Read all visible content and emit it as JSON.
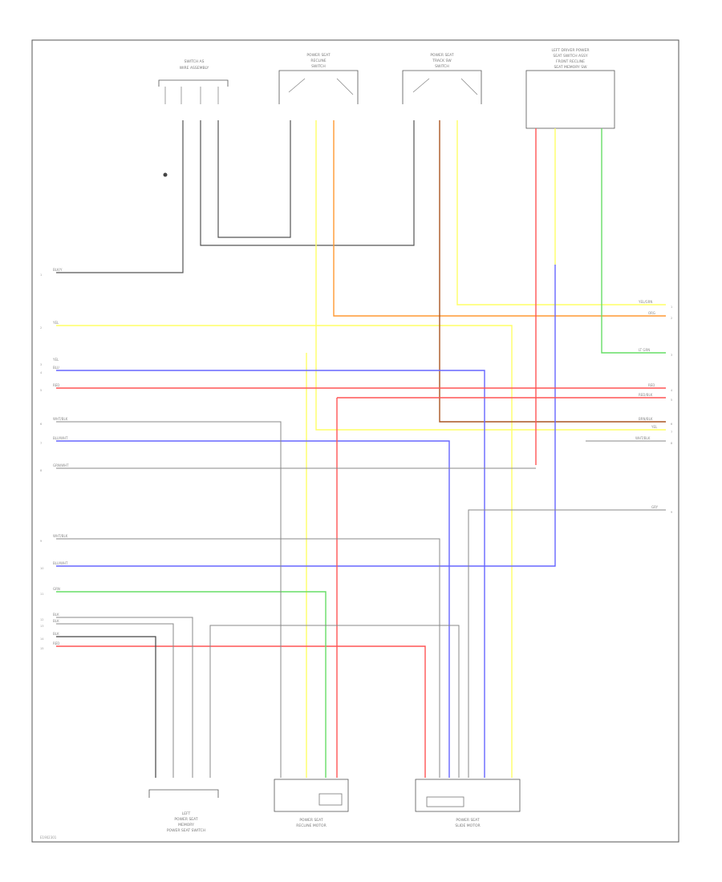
{
  "colors": {
    "yellow": "#ffff66",
    "orange": "#ff9933",
    "blue": "#6666ff",
    "red": "#ff5555",
    "green": "#66dd66",
    "brown": "#aa5522",
    "gray": "#888888",
    "dark": "#444444",
    "frame": "#555555"
  },
  "components": [
    {
      "id": "c1",
      "caption": [
        "SWITCH AS",
        "WIRE ASSEMBLY"
      ]
    },
    {
      "id": "c2",
      "caption": [
        "POWER SEAT",
        "RECLINE",
        "SWITCH"
      ]
    },
    {
      "id": "c3",
      "caption": [
        "POWER SEAT",
        "TRACK SW",
        "SWITCH"
      ]
    },
    {
      "id": "c4",
      "caption": [
        "LEFT DRIVER POWER",
        "SEAT SWITCH ASSY",
        "FRONT RECLINE",
        "SEAT MEMORY SW"
      ]
    },
    {
      "id": "c5",
      "caption": [
        "LEFT",
        "POWER SEAT",
        "MEMORY",
        "POWER SEAT SWITCH"
      ]
    },
    {
      "id": "c6",
      "caption": [
        "POWER SEAT",
        "RECLINE MOTOR"
      ]
    },
    {
      "id": "c7",
      "caption": [
        "POWER SEAT",
        "SLIDE MOTOR"
      ]
    }
  ],
  "wire_labels": {
    "left": [
      {
        "text": "BLK/Y",
        "pin": "1"
      },
      {
        "text": "YEL",
        "pin": "2"
      },
      {
        "text": "YEL",
        "pin": "3"
      },
      {
        "text": "BLU",
        "pin": "4"
      },
      {
        "text": "RED",
        "pin": "5"
      },
      {
        "text": "WHT/BLK",
        "pin": "6"
      },
      {
        "text": "BLU/WHT",
        "pin": "7"
      },
      {
        "text": "GRN/WHT",
        "pin": "8"
      },
      {
        "text": "WHT/BLK",
        "pin": "9"
      },
      {
        "text": "BLU/WHT",
        "pin": "10"
      },
      {
        "text": "GRN",
        "pin": "11"
      },
      {
        "text": "BLK",
        "pin": "12"
      },
      {
        "text": "BLK",
        "pin": "13"
      },
      {
        "text": "BLK",
        "pin": "14"
      },
      {
        "text": "RED",
        "pin": "15"
      }
    ],
    "right": [
      {
        "text": "YEL/GRN",
        "pin": "1"
      },
      {
        "text": "ORG",
        "pin": "2"
      },
      {
        "text": "LT GRN",
        "pin": "3"
      },
      {
        "text": "RED",
        "pin": "4"
      },
      {
        "text": "RED/BLK",
        "pin": "5"
      },
      {
        "text": "BRN/BLK",
        "pin": "6"
      },
      {
        "text": "YEL",
        "pin": "7"
      },
      {
        "text": "WHT/BLK",
        "pin": "8"
      },
      {
        "text": "GRY",
        "pin": "9"
      }
    ]
  },
  "footer": {
    "code": "E1902301"
  }
}
